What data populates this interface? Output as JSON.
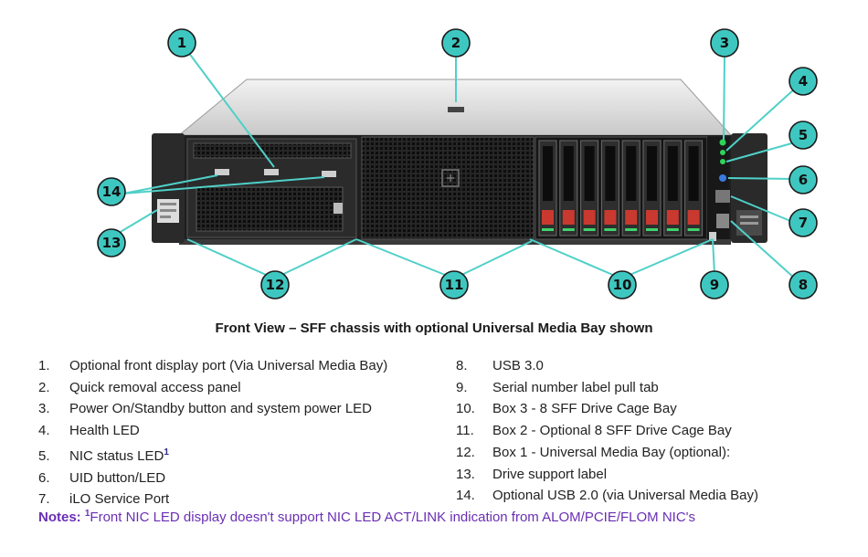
{
  "callouts": [
    "1",
    "2",
    "3",
    "4",
    "5",
    "6",
    "7",
    "8",
    "9",
    "10",
    "11",
    "12",
    "13",
    "14"
  ],
  "caption": "Front View – SFF chassis with optional Universal Media Bay shown",
  "legend_left": [
    {
      "num": "1.",
      "text": "Optional front display port (Via Universal Media Bay)"
    },
    {
      "num": "2.",
      "text": "Quick removal access panel"
    },
    {
      "num": "3.",
      "text": "Power On/Standby button and system power LED"
    },
    {
      "num": "4.",
      "text": "Health LED"
    },
    {
      "num": "5.",
      "text": "NIC status LED",
      "sup": "1"
    },
    {
      "num": "6.",
      "text": "UID button/LED"
    },
    {
      "num": "7.",
      "text": "iLO Service Port"
    }
  ],
  "legend_right": [
    {
      "num": "8.",
      "text": "USB 3.0"
    },
    {
      "num": "9.",
      "text": "Serial number label pull tab"
    },
    {
      "num": "10.",
      "text": "Box 3 - 8 SFF Drive Cage Bay"
    },
    {
      "num": "11.",
      "text": "Box 2 - Optional 8 SFF Drive Cage Bay"
    },
    {
      "num": "12.",
      "text": "Box 1 - Universal Media Bay (optional):"
    },
    {
      "num": "13.",
      "text": "Drive support label"
    },
    {
      "num": "14.",
      "text": "Optional USB 2.0 (via Universal Media Bay)"
    }
  ],
  "notes": {
    "label": "Notes:",
    "sup": "1",
    "text": "Front NIC LED display doesn't support NIC LED ACT/LINK indication from ALOM/PCIE/FLOM NIC's"
  },
  "colors": {
    "callout_fill": "#3ec7c0",
    "callout_stroke": "#1a1a1a",
    "leader": "#4fd0c8",
    "notes": "#6a2fb4"
  }
}
